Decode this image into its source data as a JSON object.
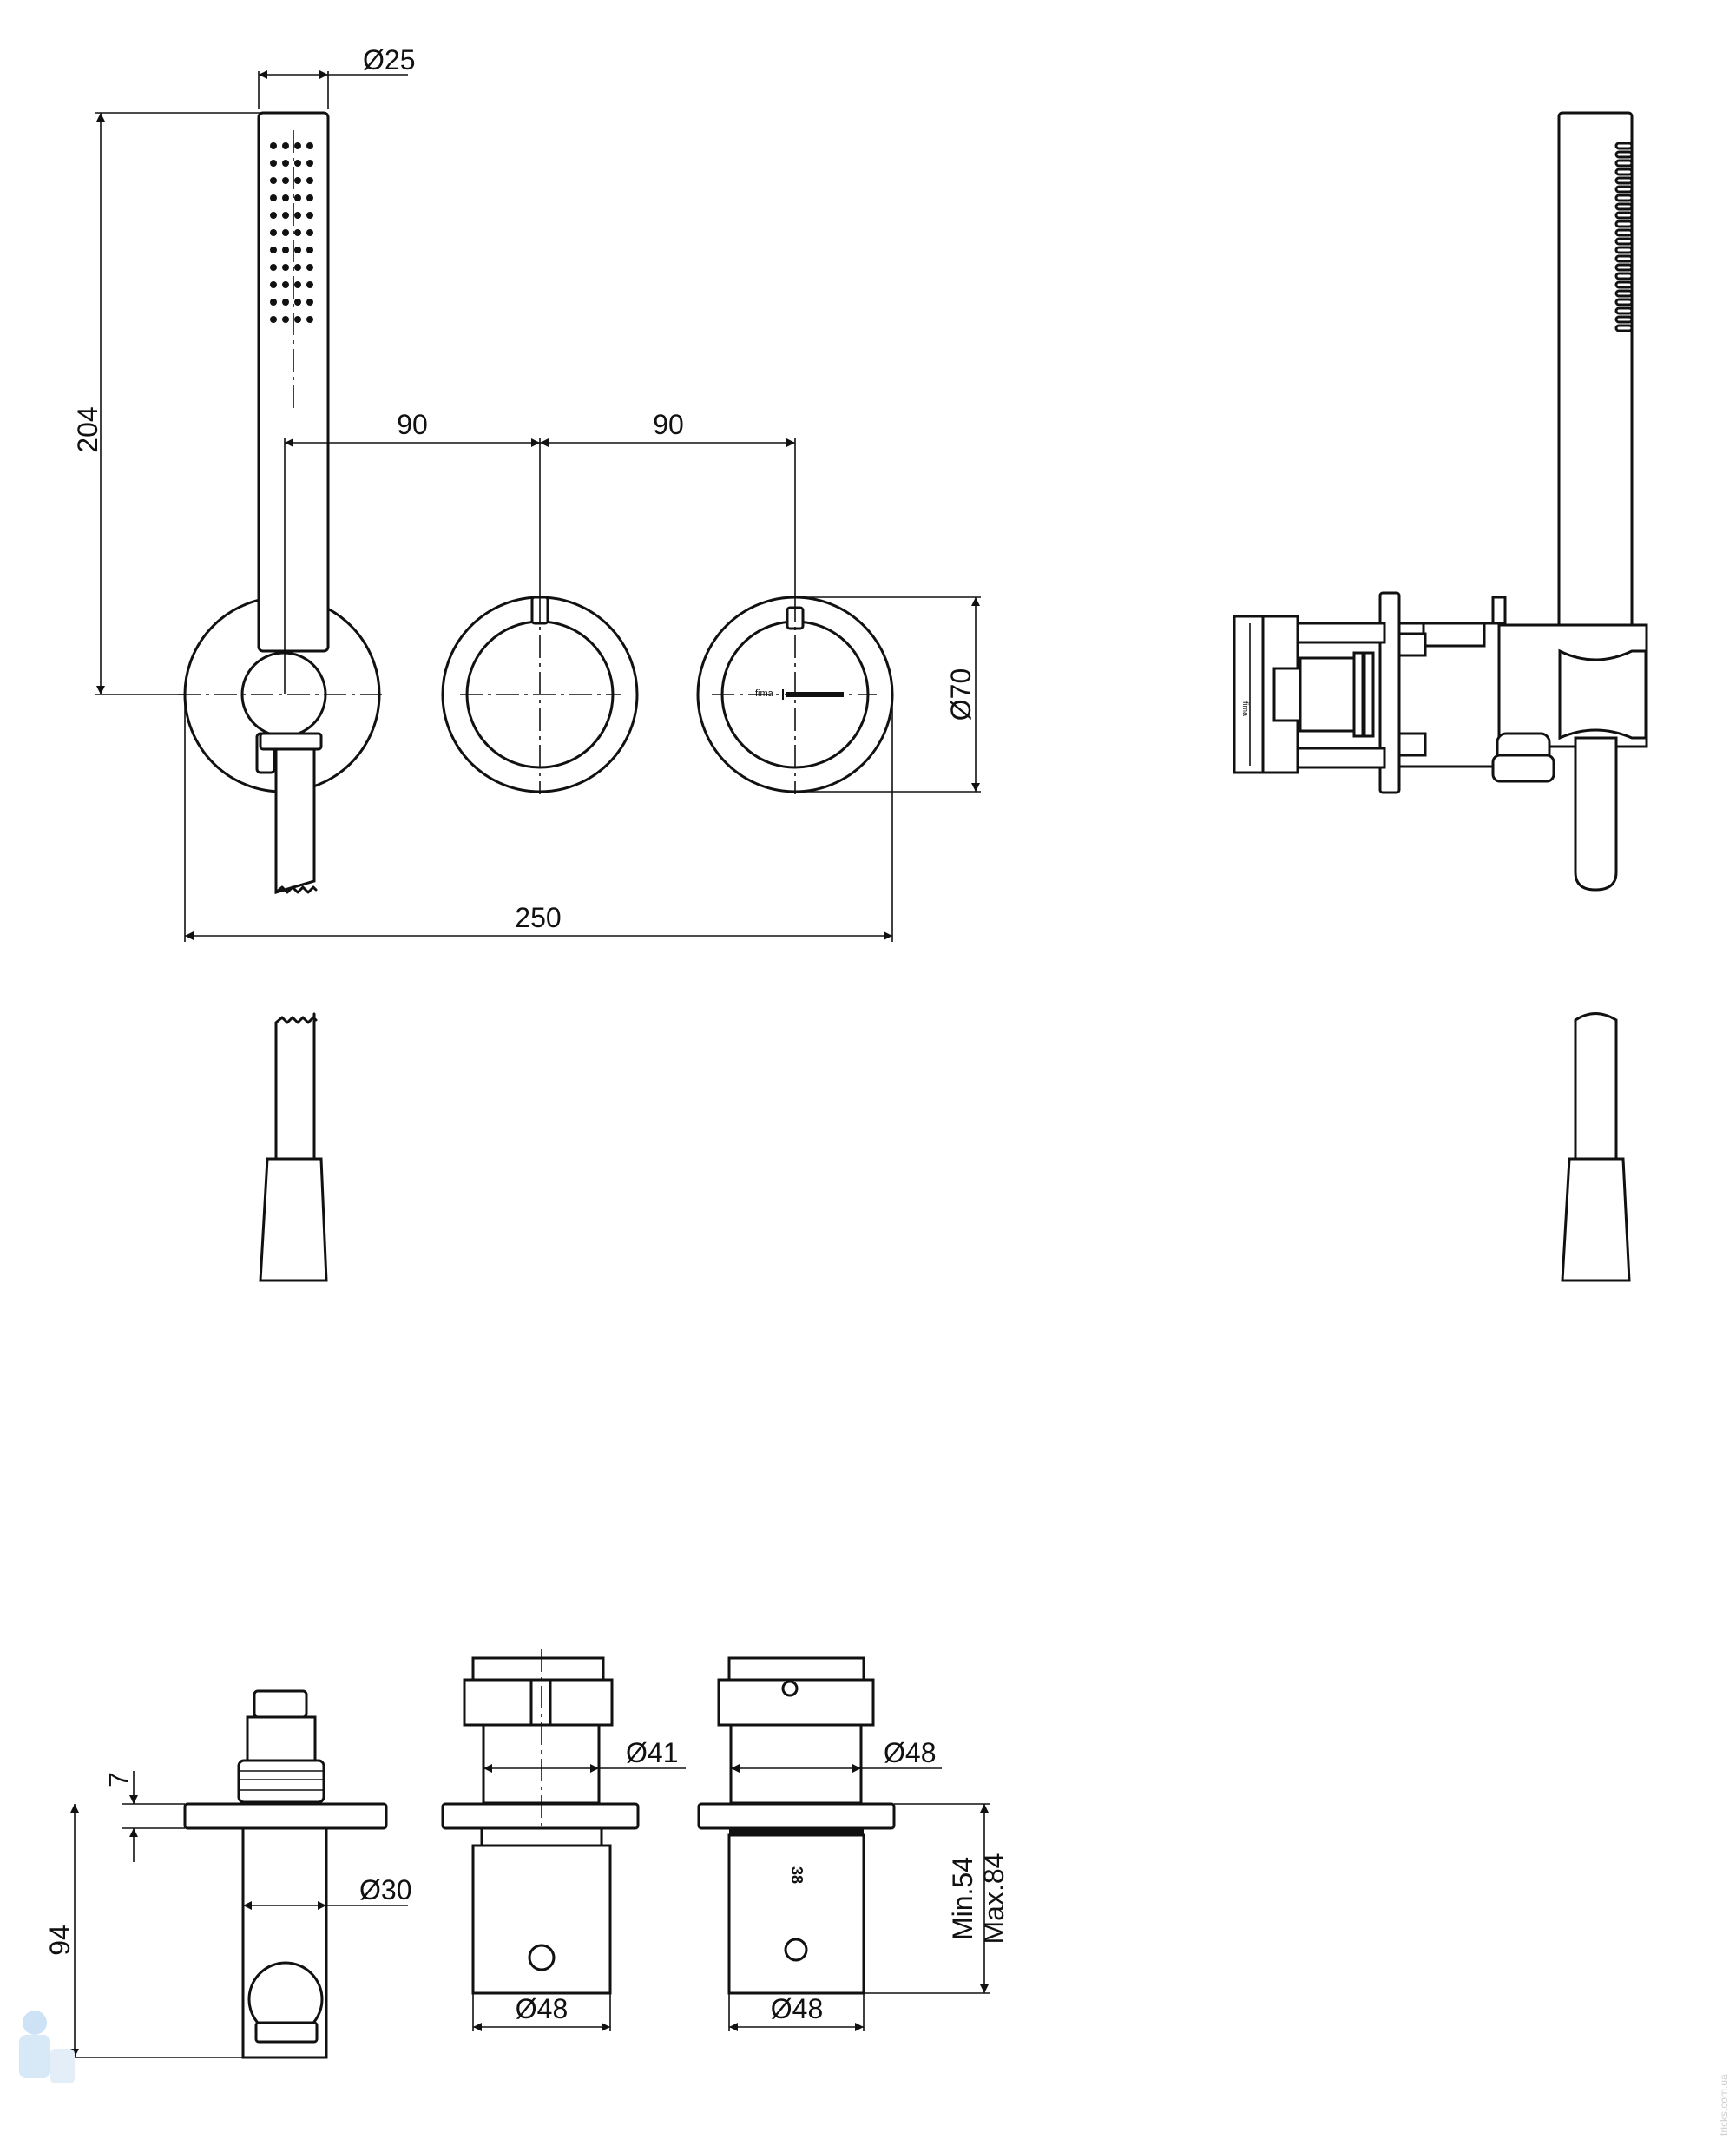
{
  "dimensions": {
    "d_hand_shower": "Ø25",
    "h_hand_shower": "204",
    "spacing_1": "90",
    "spacing_2": "90",
    "d_plate": "Ø70",
    "total_width": "250",
    "depth_plate": "7",
    "depth_total": "94",
    "d_outlet": "Ø30",
    "d_valve_1": "Ø41",
    "d_valve_2": "Ø48",
    "d_handle_1": "Ø48",
    "d_handle_2": "Ø48",
    "depth_min": "Min.54",
    "depth_max": "Max.84"
  },
  "labels": {
    "brand_mark": "fima",
    "handle_mark": "38",
    "body_mark": "fima"
  },
  "watermark": "tricks.com.ua"
}
